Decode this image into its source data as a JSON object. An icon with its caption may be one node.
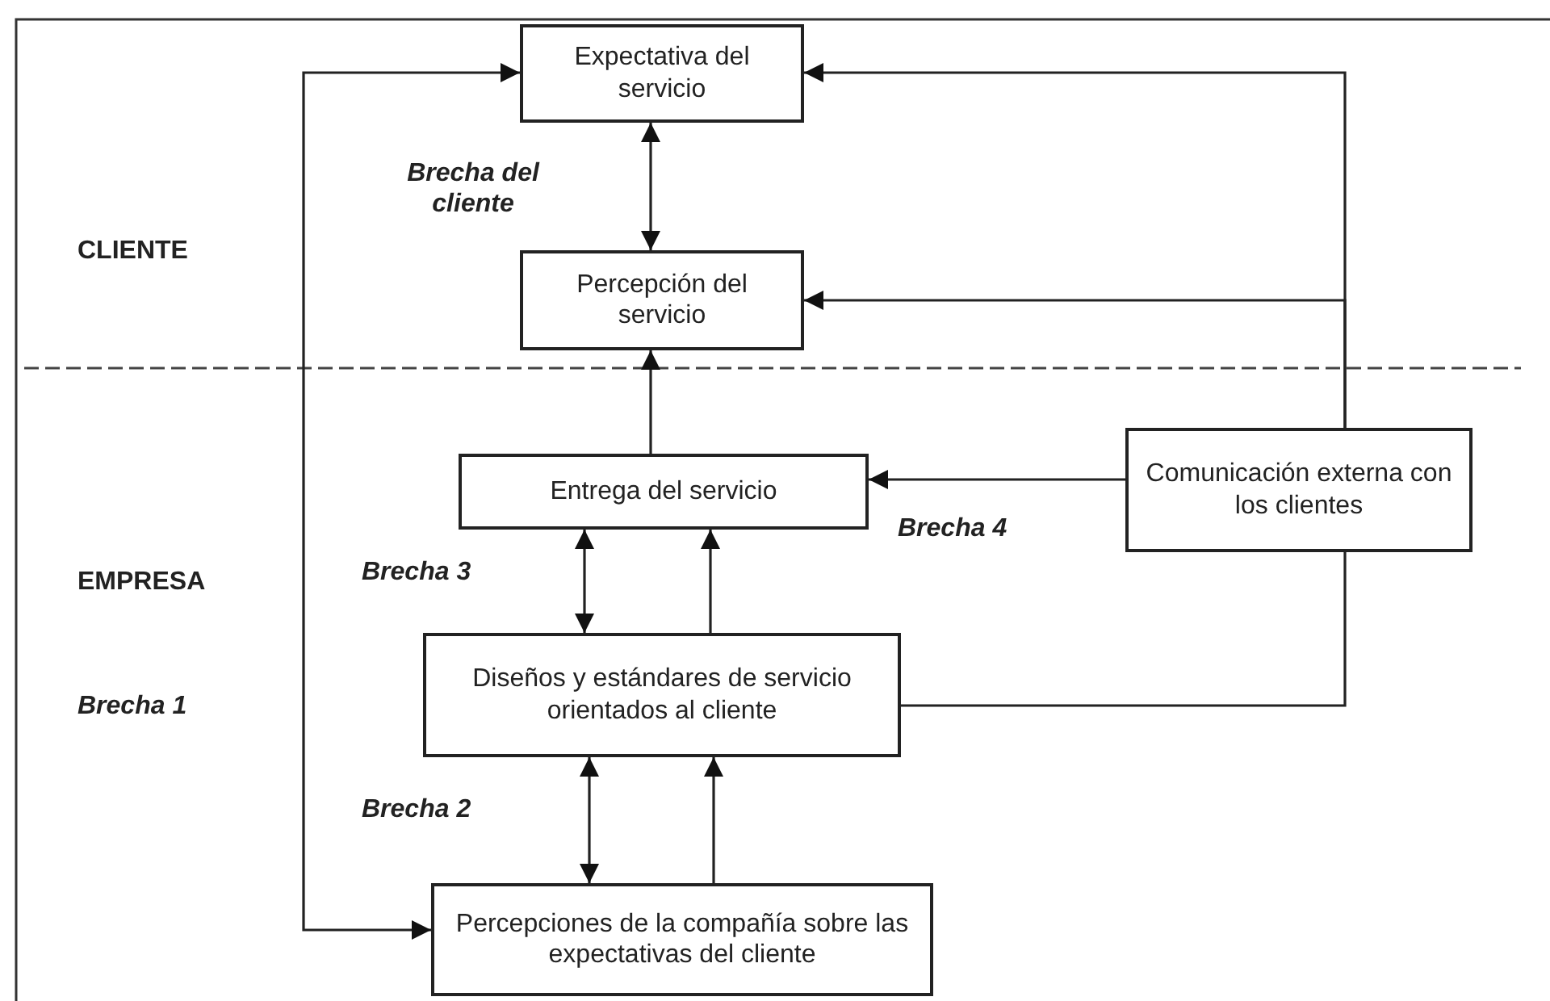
{
  "diagram": {
    "nodes": [
      {
        "text": [
          "Expectativa del servicio"
        ]
      },
      {
        "text": [
          "Percepción del servicio"
        ]
      },
      {
        "text": [
          "Entrega del servicio"
        ]
      },
      {
        "text": [
          "Comunicación externa con los clientes"
        ]
      },
      {
        "text": [
          "Diseños y estándares de servicio orientados al cliente"
        ]
      },
      {
        "text": [
          "Percepciones de la compañía sobre las expectativas del cliente"
        ]
      }
    ],
    "edges": [
      {
        "from": 0,
        "to": 1,
        "arrow": "both",
        "label": "Brecha del cliente"
      },
      {
        "from": 2,
        "to": 1,
        "arrow": "to"
      },
      {
        "from": 3,
        "to": 0,
        "arrow": "to"
      },
      {
        "from": 3,
        "to": 1,
        "arrow": "to"
      },
      {
        "from": 3,
        "to": 2,
        "arrow": "to",
        "label": "Brecha 4"
      },
      {
        "from": 2,
        "to": 4,
        "arrow": "both",
        "label": "Brecha 3"
      },
      {
        "from": 4,
        "to": 2,
        "arrow": "to"
      },
      {
        "from": 4,
        "to": 3,
        "arrow": "none"
      },
      {
        "from": 4,
        "to": 5,
        "arrow": "both",
        "label": "Brecha 2"
      },
      {
        "from": 5,
        "to": 4,
        "arrow": "to"
      },
      {
        "from": 5,
        "to": 0,
        "arrow": "both",
        "label": "Brecha 1"
      }
    ],
    "labels": [
      "CLIENTE",
      "EMPRESA"
    ]
  }
}
